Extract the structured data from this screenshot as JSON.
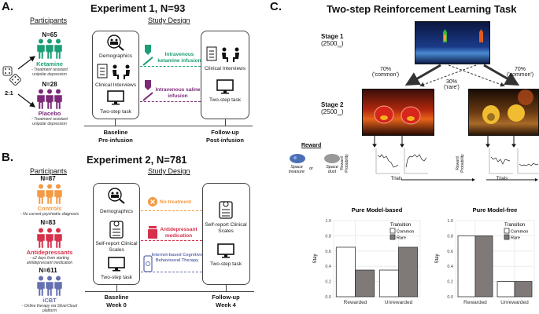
{
  "panel_a": {
    "label": "A.",
    "title": "Experiment 1, N=93",
    "participants_heading": "Participants",
    "design_heading": "Study Design",
    "ratio": "2:1",
    "groups": [
      {
        "n": "N=65",
        "name": "Ketamine",
        "desc": "- Treatment resistant unipolar depression",
        "color": "#1b9e77"
      },
      {
        "n": "N=28",
        "name": "Placebo",
        "desc": "- Treatment resistant unipolar depression",
        "color": "#7b2a78"
      }
    ],
    "baseline_items": [
      "Demographics",
      "Clinical Interviews",
      "Two-step task"
    ],
    "followup_items": [
      "Clinical Interviews",
      "Two-step task"
    ],
    "treatments": [
      {
        "label": "Intravenous ketamine infusion",
        "color": "#1b9e77"
      },
      {
        "label": "Intravenous saline infusion",
        "color": "#7b2a78"
      }
    ],
    "timepoints": [
      {
        "line1": "Baseline",
        "line2": "Pre-infusion"
      },
      {
        "line1": "Follow-up",
        "line2": "Post-infusion"
      }
    ]
  },
  "panel_b": {
    "label": "B.",
    "title": "Experiment 2, N=781",
    "participants_heading": "Participants",
    "design_heading": "Study Design",
    "groups": [
      {
        "n": "N=87",
        "name": "Controls",
        "desc": "- No current psychiatric diagnosis",
        "color": "#f39a45"
      },
      {
        "n": "N=83",
        "name": "Antidepressants",
        "desc": "- ≤2 days from starting antidepressant medication",
        "color": "#d7304a"
      },
      {
        "n": "N=611",
        "name": "iCBT",
        "desc": "- Online therapy via SilverCloud platform",
        "color": "#6570b0"
      }
    ],
    "baseline_items": [
      "Demographics",
      "Self-report Clinical Scales",
      "Two-step task"
    ],
    "followup_items": [
      "Self-report Clinical Scales",
      "Two-step task"
    ],
    "treatments": [
      {
        "label": "No treatment",
        "color": "#f39a45"
      },
      {
        "label": "Antidepressant medication",
        "color": "#d7304a"
      },
      {
        "label": "Internet-based Cognitive Behavioural Therapy",
        "color": "#6570b0"
      }
    ],
    "timepoints": [
      {
        "line1": "Baseline",
        "line2": "Week 0"
      },
      {
        "line1": "Follow-up",
        "line2": "Week 4"
      }
    ]
  },
  "panel_c": {
    "label": "C.",
    "title": "Two-step Reinforcement Learning Task",
    "stage1": {
      "name": "Stage 1",
      "duration": "(2500",
      "unit": "ms",
      "close": ")"
    },
    "stage2": {
      "name": "Stage 2",
      "duration": "(2500",
      "unit": "ms",
      "close": ")"
    },
    "common_left": {
      "pct": "70%",
      "word": "('common')"
    },
    "common_right": {
      "pct": "70%",
      "word": "('common')"
    },
    "rare": {
      "pct": "30%",
      "word": "('rare')"
    },
    "reward_heading": "Reward",
    "reward_a": "Space treasure",
    "reward_or": "or",
    "reward_b": "Space dust",
    "ylabel": "Reward Probability",
    "xlabel": "Trials"
  },
  "chart_data": [
    {
      "type": "bar",
      "title": "Pure Model-based",
      "categories": [
        "Rewarded",
        "Unrewarded"
      ],
      "ylabel": "Stay",
      "ylim": [
        0,
        1.0
      ],
      "yticks": [
        "0.0",
        "0.2",
        "0.4",
        "0.6",
        "0.8",
        "1.0"
      ],
      "legend_title": "Transition",
      "legend_position": "top-right",
      "grid": true,
      "series": [
        {
          "name": "Common",
          "values": [
            0.65,
            0.35
          ],
          "color": "#ffffff"
        },
        {
          "name": "Rare",
          "values": [
            0.35,
            0.65
          ],
          "color": "#7f7a78"
        }
      ]
    },
    {
      "type": "bar",
      "title": "Pure Model-free",
      "categories": [
        "Rewarded",
        "Unrewarded"
      ],
      "ylabel": "Stay",
      "ylim": [
        0,
        1.0
      ],
      "yticks": [
        "0.0",
        "0.2",
        "0.4",
        "0.6",
        "0.8",
        "1.0"
      ],
      "legend_title": "Transition",
      "legend_position": "top-right",
      "grid": true,
      "series": [
        {
          "name": "Common",
          "values": [
            0.8,
            0.2
          ],
          "color": "#ffffff"
        },
        {
          "name": "Rare",
          "values": [
            0.8,
            0.2
          ],
          "color": "#7f7a78"
        }
      ]
    }
  ]
}
